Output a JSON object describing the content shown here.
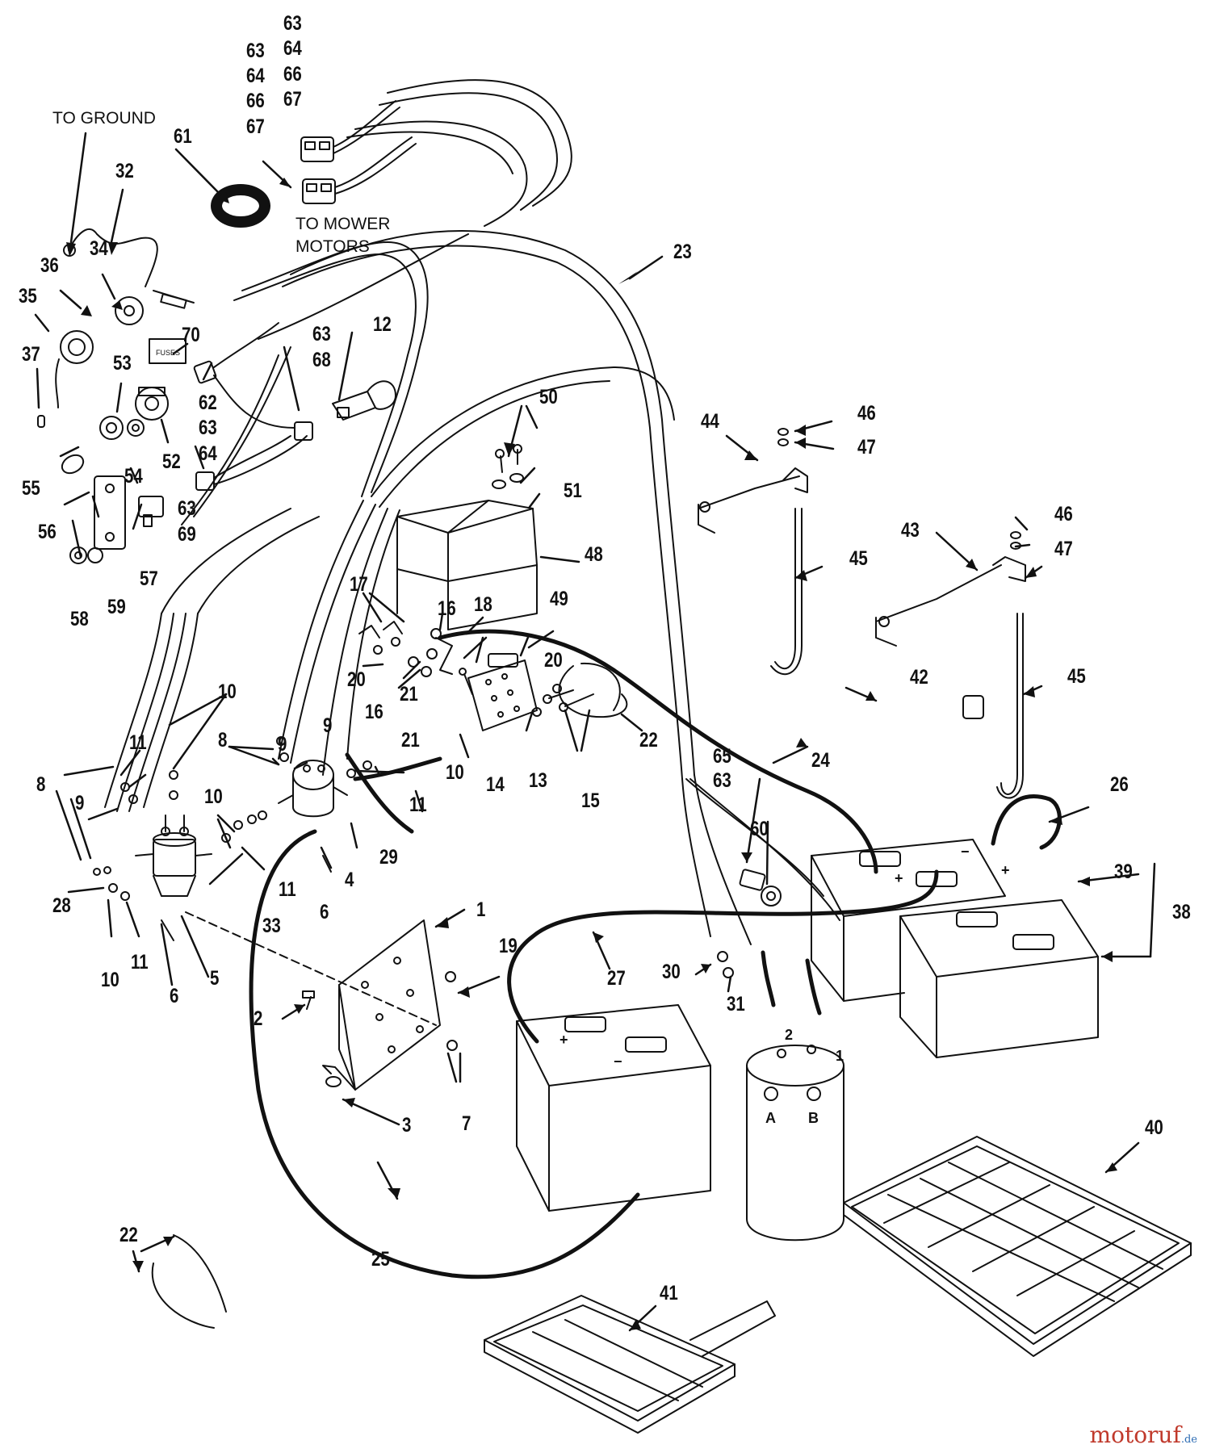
{
  "notes": {
    "to_ground": "TO GROUND",
    "to_mower_motors_1": "TO MOWER",
    "to_mower_motors_2": "MOTORS",
    "fuses": "FUSES"
  },
  "terminal_marks": {
    "plus": "+",
    "minus": "−",
    "a": "A",
    "b": "B",
    "one": "1",
    "two": "2"
  },
  "callouts": [
    {
      "id": "63a",
      "text": "63"
    },
    {
      "id": "64a",
      "text": "64"
    },
    {
      "id": "66a",
      "text": "66"
    },
    {
      "id": "67a",
      "text": "67"
    },
    {
      "id": "63b",
      "text": "63"
    },
    {
      "id": "64b",
      "text": "64"
    },
    {
      "id": "66b",
      "text": "66"
    },
    {
      "id": "67b",
      "text": "67"
    },
    {
      "id": "61",
      "text": "61"
    },
    {
      "id": "32",
      "text": "32"
    },
    {
      "id": "34",
      "text": "34"
    },
    {
      "id": "36",
      "text": "36"
    },
    {
      "id": "35",
      "text": "35"
    },
    {
      "id": "37",
      "text": "37"
    },
    {
      "id": "70",
      "text": "70"
    },
    {
      "id": "53",
      "text": "53"
    },
    {
      "id": "62",
      "text": "62"
    },
    {
      "id": "63c",
      "text": "63"
    },
    {
      "id": "64c",
      "text": "64"
    },
    {
      "id": "63d",
      "text": "63"
    },
    {
      "id": "69",
      "text": "69"
    },
    {
      "id": "52",
      "text": "52"
    },
    {
      "id": "54",
      "text": "54"
    },
    {
      "id": "55",
      "text": "55"
    },
    {
      "id": "56",
      "text": "56"
    },
    {
      "id": "57",
      "text": "57"
    },
    {
      "id": "58",
      "text": "58"
    },
    {
      "id": "59",
      "text": "59"
    },
    {
      "id": "63e",
      "text": "63"
    },
    {
      "id": "68",
      "text": "68"
    },
    {
      "id": "12",
      "text": "12"
    },
    {
      "id": "23",
      "text": "23"
    },
    {
      "id": "50",
      "text": "50"
    },
    {
      "id": "51",
      "text": "51"
    },
    {
      "id": "48",
      "text": "48"
    },
    {
      "id": "44",
      "text": "44"
    },
    {
      "id": "46a",
      "text": "46"
    },
    {
      "id": "47a",
      "text": "47"
    },
    {
      "id": "46b",
      "text": "46"
    },
    {
      "id": "47b",
      "text": "47"
    },
    {
      "id": "43",
      "text": "43"
    },
    {
      "id": "45a",
      "text": "45"
    },
    {
      "id": "45b",
      "text": "45"
    },
    {
      "id": "42",
      "text": "42"
    },
    {
      "id": "17",
      "text": "17"
    },
    {
      "id": "16a",
      "text": "16"
    },
    {
      "id": "18",
      "text": "18"
    },
    {
      "id": "49",
      "text": "49"
    },
    {
      "id": "20a",
      "text": "20"
    },
    {
      "id": "20b",
      "text": "20"
    },
    {
      "id": "16b",
      "text": "16"
    },
    {
      "id": "21",
      "text": "21"
    },
    {
      "id": "22a",
      "text": "22"
    },
    {
      "id": "14",
      "text": "14"
    },
    {
      "id": "13",
      "text": "13"
    },
    {
      "id": "15",
      "text": "15"
    },
    {
      "id": "24",
      "text": "24"
    },
    {
      "id": "10a",
      "text": "10"
    },
    {
      "id": "11a",
      "text": "11"
    },
    {
      "id": "8a",
      "text": "8"
    },
    {
      "id": "9a",
      "text": "9"
    },
    {
      "id": "9b",
      "text": "9"
    },
    {
      "id": "8b",
      "text": "8"
    },
    {
      "id": "9c",
      "text": "9"
    },
    {
      "id": "10b",
      "text": "10"
    },
    {
      "id": "21b",
      "text": "21"
    },
    {
      "id": "11b",
      "text": "11"
    },
    {
      "id": "10c",
      "text": "10"
    },
    {
      "id": "29",
      "text": "29"
    },
    {
      "id": "4",
      "text": "4"
    },
    {
      "id": "11c",
      "text": "11"
    },
    {
      "id": "33",
      "text": "33"
    },
    {
      "id": "6a",
      "text": "6"
    },
    {
      "id": "28",
      "text": "28"
    },
    {
      "id": "10d",
      "text": "10"
    },
    {
      "id": "11d",
      "text": "11"
    },
    {
      "id": "6b",
      "text": "6"
    },
    {
      "id": "5",
      "text": "5"
    },
    {
      "id": "65",
      "text": "65"
    },
    {
      "id": "63f",
      "text": "63"
    },
    {
      "id": "60",
      "text": "60"
    },
    {
      "id": "26",
      "text": "26"
    },
    {
      "id": "39",
      "text": "39"
    },
    {
      "id": "38",
      "text": "38"
    },
    {
      "id": "1",
      "text": "1"
    },
    {
      "id": "19",
      "text": "19"
    },
    {
      "id": "27",
      "text": "27"
    },
    {
      "id": "30",
      "text": "30"
    },
    {
      "id": "31",
      "text": "31"
    },
    {
      "id": "2",
      "text": "2"
    },
    {
      "id": "3",
      "text": "3"
    },
    {
      "id": "7",
      "text": "7"
    },
    {
      "id": "22b",
      "text": "22"
    },
    {
      "id": "25",
      "text": "25"
    },
    {
      "id": "40",
      "text": "40"
    },
    {
      "id": "41",
      "text": "41"
    }
  ],
  "watermark": {
    "name": "motoruf",
    "suffix": ".de"
  },
  "colors": {
    "ink": "#111111",
    "background": "#ffffff",
    "watermark_a": "#c0392b",
    "watermark_b": "#27ae60",
    "watermark_c": "#2e6db4"
  }
}
